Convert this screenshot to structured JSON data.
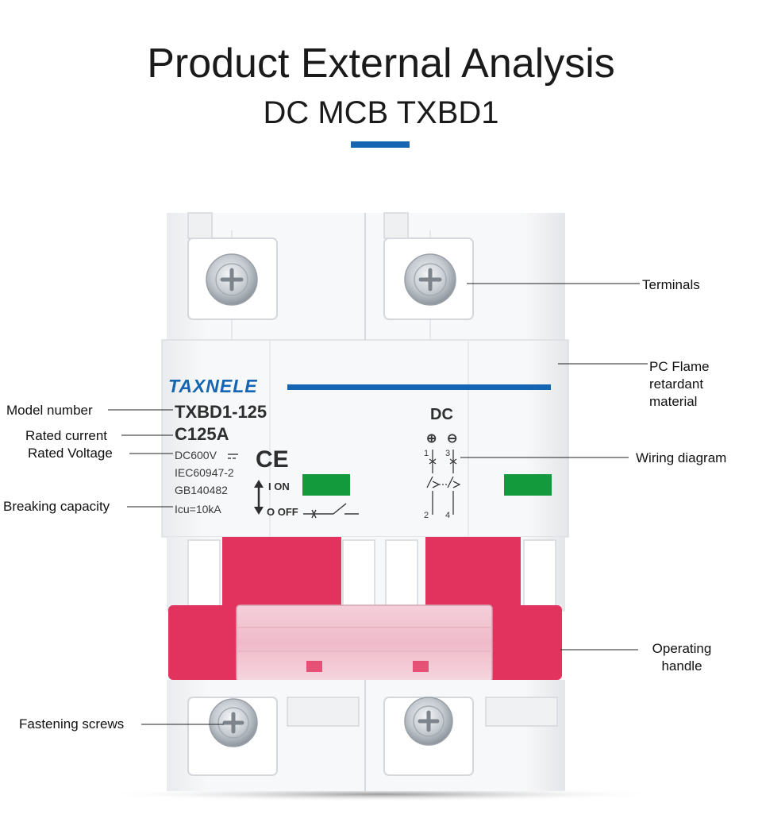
{
  "header": {
    "title": "Product External Analysis",
    "subtitle": "DC MCB TXBD1",
    "accent_color": "#1565b3"
  },
  "device": {
    "brand": "TAXNELE",
    "model": "TXBD1-125",
    "rating": "C125A",
    "voltage": "DC600V",
    "dc_mark": "DC",
    "standard": "IEC60947-2",
    "gb_code": "GB140482",
    "breaking": "Icu=10kA",
    "ce_mark": "CE",
    "on_label": "I ON",
    "off_label": "O OFF",
    "plus_symbol": "⊕",
    "minus_symbol": "⊖",
    "terminal_1": "1",
    "terminal_3": "3",
    "terminal_2": "2",
    "terminal_4": "4",
    "handle_color": "#e2325e",
    "indicator_color": "#129a3c",
    "brand_color": "#1565b3"
  },
  "callouts": {
    "terminals": "Terminals",
    "pc_flame": "PC Flame retardant material",
    "wiring": "Wiring diagram",
    "operating": "Operating handle",
    "fastening": "Fastening screws",
    "model_number": "Model number",
    "rated_current": "Rated current",
    "rated_voltage": "Rated Voltage",
    "breaking_capacity": "Breaking capacity"
  }
}
